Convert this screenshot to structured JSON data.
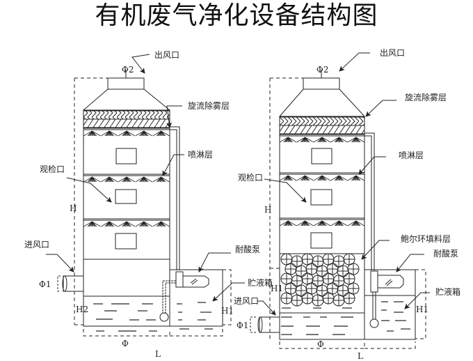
{
  "title": "有机废气净化设备结构图",
  "left_unit": {
    "labels": {
      "outlet": "出风口",
      "demister": "旋流除雾层",
      "spray": "喷淋层",
      "inspection": "观检口",
      "inlet": "进风口",
      "pump": "耐酸泵",
      "tank": "贮液箱"
    },
    "dims": {
      "phi2": "Φ2",
      "H": "H",
      "phi1": "Φ1",
      "H2": "H2",
      "H1": "H1",
      "phi": "Φ",
      "L": "L"
    }
  },
  "right_unit": {
    "labels": {
      "outlet": "出风口",
      "demister": "旋流除雾层",
      "spray": "喷淋层",
      "inspection": "观检口",
      "packing": "鲍尔环填料层",
      "pump": "耐酸泵",
      "tank": "贮液箱",
      "inlet": "进风口"
    },
    "dims": {
      "phi2": "Φ2",
      "H": "H",
      "H1": "H1",
      "phi1": "Φ1",
      "H1b": "H1",
      "phi": "Φ",
      "L": "L"
    }
  }
}
